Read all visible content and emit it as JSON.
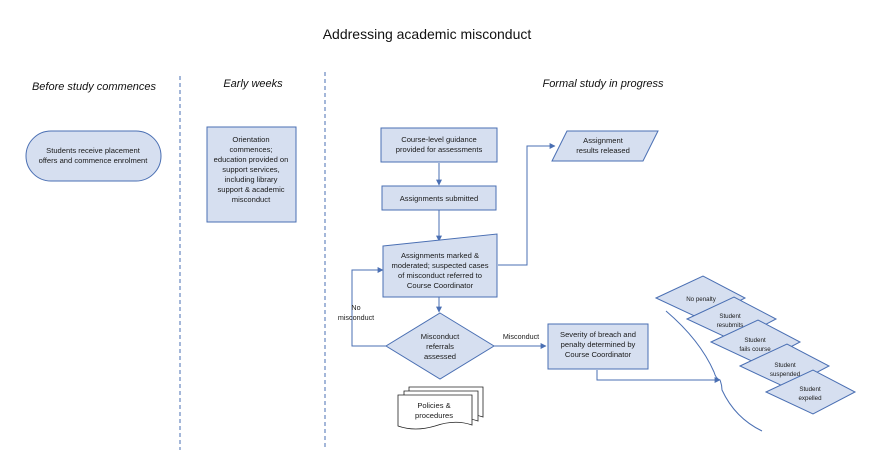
{
  "title": "Addressing academic misconduct",
  "lanes": {
    "before": "Before study commences",
    "early": "Early weeks",
    "formal": "Formal study in progress"
  },
  "nodes": {
    "placement": [
      "Students receive placement",
      "offers and commence enrolment"
    ],
    "orientation": [
      "Orientation",
      "commences;",
      "education provided on",
      "support services,",
      "including library",
      "support & academic",
      "misconduct"
    ],
    "guidance": [
      "Course-level guidance",
      "provided for assessments"
    ],
    "submitted": [
      "Assignments submitted"
    ],
    "results": [
      "Assignment",
      "results released"
    ],
    "marked": [
      "Assignments marked &",
      "moderated; suspected cases",
      "of misconduct referred to",
      "Course Coordinator"
    ],
    "referrals": [
      "Misconduct",
      "referrals",
      "assessed"
    ],
    "severity": [
      "Severity of breach and",
      "penalty determined by",
      "Course Coordinator"
    ],
    "policies": [
      "Policies &",
      "procedures"
    ]
  },
  "penalties": [
    [
      "No penalty"
    ],
    [
      "Student",
      "resubmits"
    ],
    [
      "Student",
      "fails course"
    ],
    [
      "Student",
      "suspended"
    ],
    [
      "Student",
      "expelled"
    ]
  ],
  "edge_labels": {
    "no_misconduct": [
      "No",
      "misconduct"
    ],
    "misconduct": "Misconduct"
  },
  "colors": {
    "fill": "#d6dff0",
    "stroke": "#4a6fb3"
  }
}
